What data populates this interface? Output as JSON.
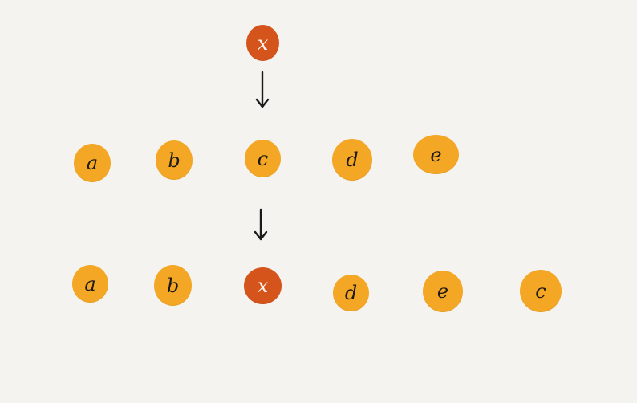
{
  "colors": {
    "background": "#f5f3f0",
    "node_normal": "#f4a724",
    "node_special": "#d4541b",
    "text_dark": "#1f1a16",
    "text_light": "#fff7ef",
    "arrow": "#1a1a1a"
  },
  "diagram": {
    "top_node": "x",
    "middle_row": [
      "a",
      "b",
      "c",
      "d",
      "e"
    ],
    "bottom_row": [
      "a",
      "b",
      "x",
      "d",
      "e",
      "c"
    ],
    "arrow_icons": [
      "arrow-down-icon",
      "arrow-down-icon"
    ]
  }
}
